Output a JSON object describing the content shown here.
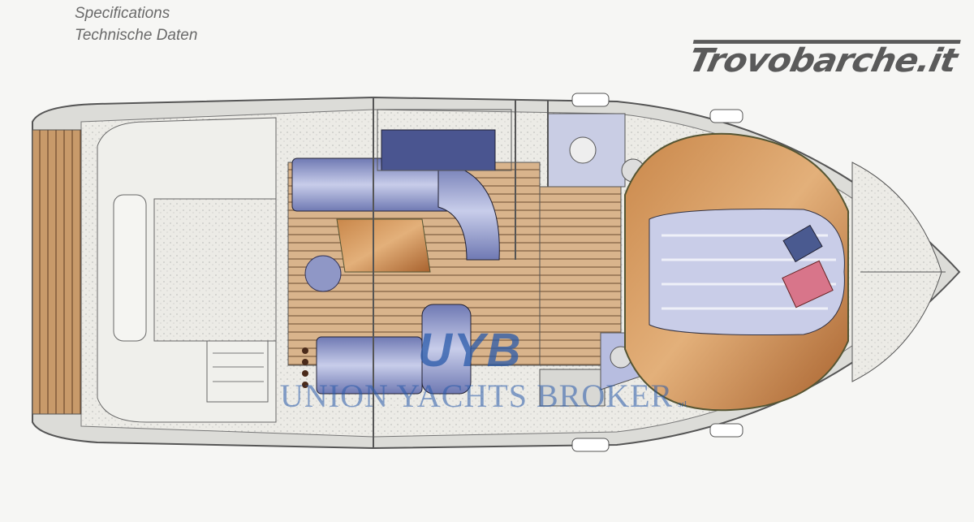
{
  "header": {
    "line1": "Specifications",
    "line2": "Technische Daten"
  },
  "logo": "Trovobarche.it",
  "watermark": {
    "mark": "UYB",
    "name": "UNION YACHTS BROKER",
    "suffix": "srl"
  },
  "colors": {
    "hull": "#e9e9e6",
    "teak": "#c89a6a",
    "upholstery": "#8c96c8",
    "wood": "#b5703a",
    "bed": "#c9cde8"
  }
}
